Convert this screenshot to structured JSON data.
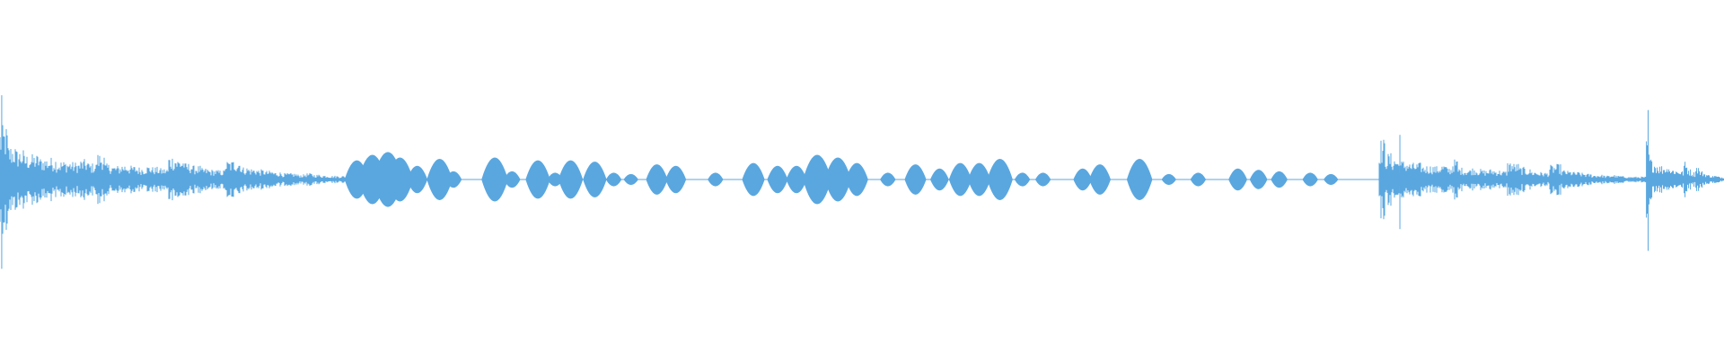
{
  "waveform": {
    "color": "#5aa7e0",
    "background": "#ffffff",
    "burst_profile": [
      0.85,
      0.55,
      0.48,
      0.4,
      0.4,
      0.35,
      0.35,
      0.3,
      0.3,
      0.28,
      0.32,
      0.26,
      0.42,
      0.25,
      0.22,
      0.25,
      0.22,
      0.2,
      0.22,
      0.2,
      0.18,
      0.38,
      0.34,
      0.26,
      0.22,
      0.18,
      0.16,
      0.15,
      0.3,
      0.32,
      0.2,
      0.18,
      0.16,
      0.14,
      0.12,
      0.1,
      0.1,
      0.08,
      0.1,
      0.08,
      0.07,
      0.06,
      0.06,
      0.06
    ],
    "segments": [
      {
        "kind": "burst",
        "start": 0.0,
        "end": 0.205
      },
      {
        "kind": "quiet",
        "start": 0.205,
        "end": 0.8
      },
      {
        "kind": "burst",
        "start": 0.8,
        "end": 0.955
      },
      {
        "kind": "burst",
        "start": 0.955,
        "end": 1.0
      }
    ],
    "blobs": [
      {
        "at": 0.207,
        "amp": 0.14
      },
      {
        "at": 0.216,
        "amp": 0.18
      },
      {
        "at": 0.225,
        "amp": 0.2
      },
      {
        "at": 0.232,
        "amp": 0.16
      },
      {
        "at": 0.242,
        "amp": 0.1
      },
      {
        "at": 0.255,
        "amp": 0.15
      },
      {
        "at": 0.263,
        "amp": 0.06
      },
      {
        "at": 0.287,
        "amp": 0.16
      },
      {
        "at": 0.297,
        "amp": 0.06
      },
      {
        "at": 0.312,
        "amp": 0.14
      },
      {
        "at": 0.322,
        "amp": 0.05
      },
      {
        "at": 0.331,
        "amp": 0.14
      },
      {
        "at": 0.345,
        "amp": 0.13
      },
      {
        "at": 0.356,
        "amp": 0.05
      },
      {
        "at": 0.366,
        "amp": 0.04
      },
      {
        "at": 0.381,
        "amp": 0.11
      },
      {
        "at": 0.392,
        "amp": 0.1
      },
      {
        "at": 0.415,
        "amp": 0.05
      },
      {
        "at": 0.437,
        "amp": 0.12
      },
      {
        "at": 0.451,
        "amp": 0.1
      },
      {
        "at": 0.462,
        "amp": 0.1
      },
      {
        "at": 0.474,
        "amp": 0.18
      },
      {
        "at": 0.486,
        "amp": 0.16
      },
      {
        "at": 0.497,
        "amp": 0.12
      },
      {
        "at": 0.515,
        "amp": 0.05
      },
      {
        "at": 0.531,
        "amp": 0.11
      },
      {
        "at": 0.545,
        "amp": 0.08
      },
      {
        "at": 0.557,
        "amp": 0.12
      },
      {
        "at": 0.568,
        "amp": 0.12
      },
      {
        "at": 0.58,
        "amp": 0.15
      },
      {
        "at": 0.593,
        "amp": 0.05
      },
      {
        "at": 0.605,
        "amp": 0.05
      },
      {
        "at": 0.628,
        "amp": 0.08
      },
      {
        "at": 0.638,
        "amp": 0.11
      },
      {
        "at": 0.661,
        "amp": 0.15
      },
      {
        "at": 0.678,
        "amp": 0.04
      },
      {
        "at": 0.695,
        "amp": 0.05
      },
      {
        "at": 0.718,
        "amp": 0.08
      },
      {
        "at": 0.73,
        "amp": 0.07
      },
      {
        "at": 0.742,
        "amp": 0.06
      },
      {
        "at": 0.76,
        "amp": 0.05
      },
      {
        "at": 0.772,
        "amp": 0.04
      }
    ],
    "spikes": [
      {
        "at": 0.001,
        "up": 0.85,
        "down": 0.9
      },
      {
        "at": 0.812,
        "up": 0.45,
        "down": 0.5
      },
      {
        "at": 0.956,
        "up": 0.7,
        "down": 0.72
      }
    ]
  }
}
